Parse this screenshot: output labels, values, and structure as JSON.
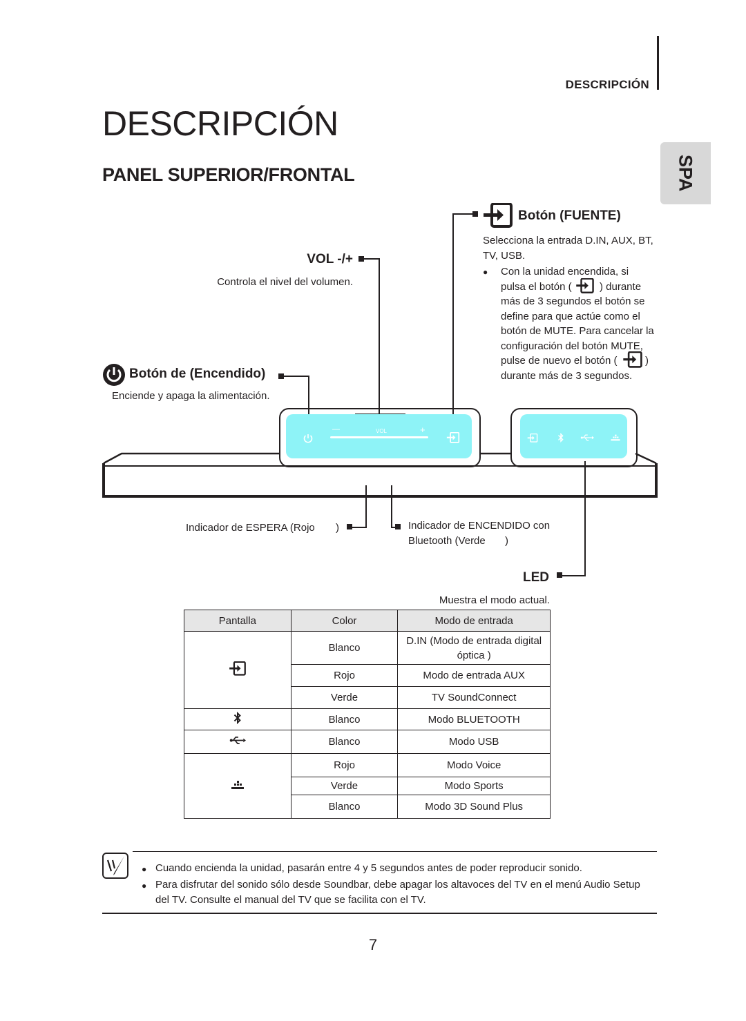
{
  "header": {
    "section_label": "DESCRIPCIÓN",
    "lang_tab": "SPA"
  },
  "page": {
    "title": "DESCRIPCIÓN",
    "subtitle": "PANEL SUPERIOR/FRONTAL",
    "page_number": "7"
  },
  "source_button": {
    "label": "Botón (FUENTE)",
    "desc_line1": "Selecciona la entrada D.IN, AUX, BT,",
    "desc_line2": "TV, USB.",
    "bullet_lines": [
      "Con la unidad encendida, si",
      "pulsa el botón (",
      ") durante",
      "más de 3 segundos el botón se",
      "define para que actúe como el",
      "botón de MUTE. Para cancelar la",
      "configuración del botón MUTE,",
      "pulse de nuevo el botón (",
      ")",
      "durante más de 3 segundos."
    ]
  },
  "volume": {
    "label": "VOL -/+",
    "desc": "Controla el nivel del volumen."
  },
  "power_button": {
    "label": "Botón de (Encendido)",
    "desc": "Enciende y apaga la alimentación."
  },
  "panel": {
    "vol_text": "VOL",
    "minus": "—",
    "plus": "+"
  },
  "indicators": {
    "standby": "Indicador de ESPERA (Rojo",
    "standby_close": ")",
    "on_line1": "Indicador de ENCENDIDO con",
    "on_line2": "Bluetooth (Verde",
    "on_close": ")"
  },
  "led": {
    "label": "LED",
    "desc": "Muestra el modo actual."
  },
  "table": {
    "headers": [
      "Pantalla",
      "Color",
      "Modo de entrada"
    ],
    "rows": [
      {
        "color": "Blanco",
        "mode_line1": "D.IN (Modo de entrada digital",
        "mode_line2": "óptica )"
      },
      {
        "color": "Rojo",
        "mode": "Modo de entrada AUX"
      },
      {
        "color": "Verde",
        "mode": "TV SoundConnect"
      },
      {
        "color": "Blanco",
        "mode": "Modo BLUETOOTH"
      },
      {
        "color": "Blanco",
        "mode": "Modo USB"
      },
      {
        "color": "Rojo",
        "mode": "Modo Voice"
      },
      {
        "color": "Verde",
        "mode": "Modo Sports"
      },
      {
        "color": "Blanco",
        "mode": "Modo 3D Sound Plus"
      }
    ],
    "icons": [
      "source-icon",
      "bluetooth-icon",
      "usb-icon",
      "sound-mode-icon"
    ]
  },
  "notes": {
    "note1": "Cuando encienda la unidad, pasarán entre 4 y 5 segundos antes de poder reproducir sonido.",
    "note2_line1": "Para disfrutar del sonido sólo desde Soundbar, debe apagar los altavoces del TV en el menú Audio Setup",
    "note2_line2": "del TV. Consulte el manual del TV que se facilita con el TV."
  },
  "colors": {
    "panel_highlight": "#8ef3f7",
    "tab_gray": "#d8d8d8",
    "table_header": "#e6e6e6",
    "text": "#231f20"
  }
}
